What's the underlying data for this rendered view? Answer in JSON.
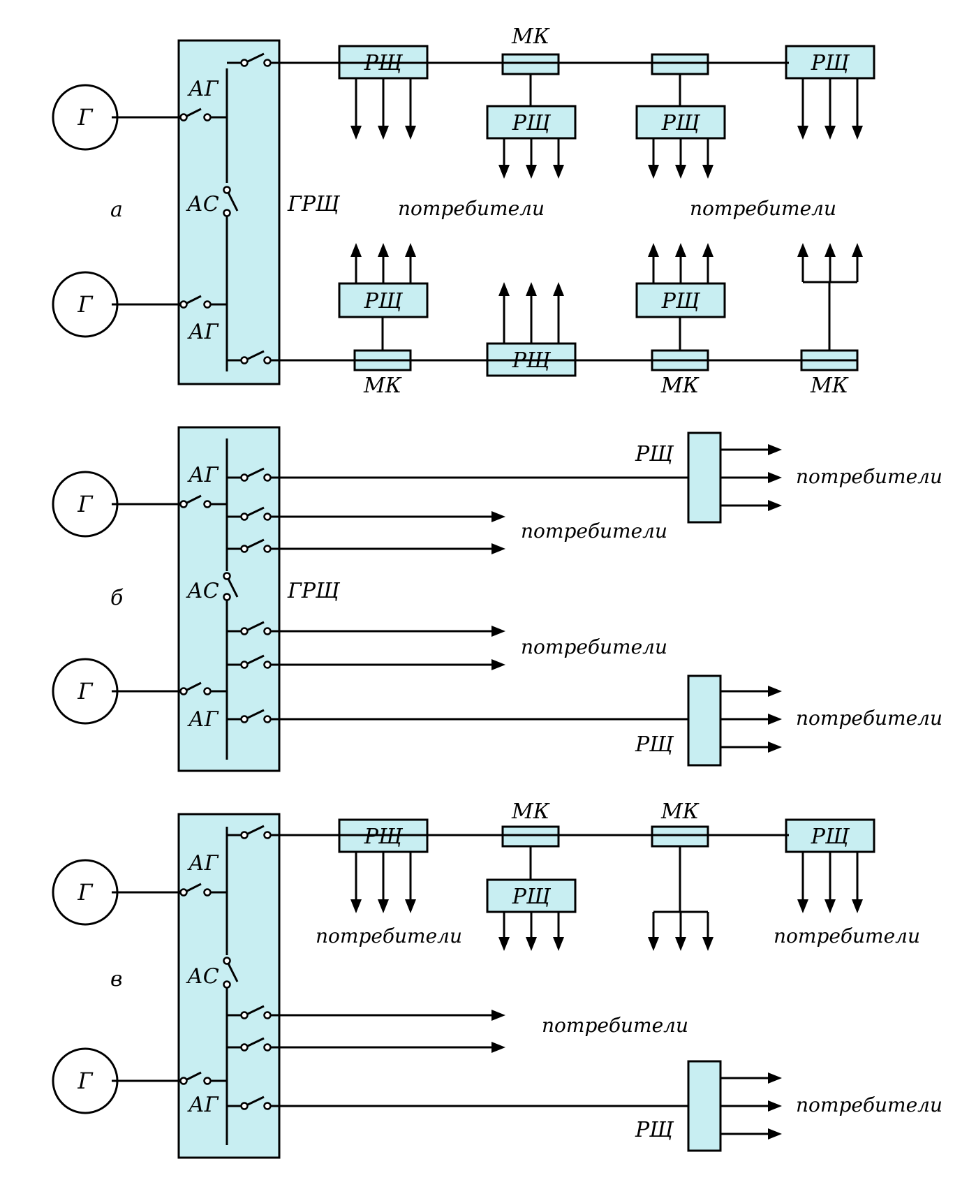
{
  "labels": {
    "generator": "Г",
    "generator_breaker": "АГ",
    "section_breaker": "АС",
    "main_switchboard": "ГРЩ",
    "distribution_board": "РЩ",
    "transit_box": "МК",
    "consumers": "потребители"
  },
  "panels": [
    {
      "letter": "а"
    },
    {
      "letter": "б"
    },
    {
      "letter": "в"
    }
  ],
  "colors": {
    "panel_fill": "#c8eef2",
    "line": "#000000",
    "background": "#ffffff"
  }
}
